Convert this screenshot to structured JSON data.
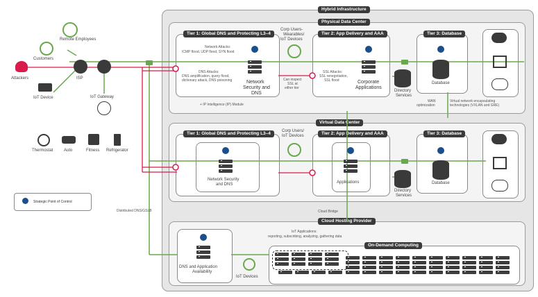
{
  "title": "Hybrid Infrastructure",
  "colors": {
    "green": "#6aa84f",
    "red": "#d81b4a",
    "blue": "#1a4f8b",
    "dark": "#3a3a3a",
    "panel": "#e6e6e6"
  },
  "external": {
    "remote_employees": "Remote Employees",
    "customers": "Customers",
    "attackers": "Attackers",
    "isp": "ISP",
    "iot_device": "IoT Device",
    "iot_gateway": "IoT Gateway",
    "devices": [
      "Thermostat",
      "Auto",
      "Fitness",
      "Refrigerator"
    ],
    "legend": "Strategic Point of Control",
    "distributed": "Distributed DNS/GSLB"
  },
  "physical": {
    "label": "Physical Data Center",
    "tier1": "Tier 1: Global DNS and Protecting L3–4",
    "network_attacks_title": "Network Attacks:",
    "network_attacks": "ICMP flood, UDP flood, SYN flood",
    "dns_attacks_title": "DNS Attacks:",
    "dns_attacks_1": "DNS amplification, query flood,",
    "dns_attacks_2": "dictionary attack, DNS poisoning",
    "nsd_1": "Network",
    "nsd_2": "Security and",
    "nsd_3": "DNS",
    "ip_module": "+ IP Intelligence (IP) Module",
    "corp_users_1": "Corp Users-",
    "corp_users_2": "Wearables/",
    "corp_users_3": "IoT Devices",
    "inspect_1": "Can inspect",
    "inspect_2": "SSL at",
    "inspect_3": "either tier",
    "tier2": "Tier 2: App Delivery and AAA",
    "ssl_title": "SSL Attacks:",
    "ssl_1": "SSL renegotiation,",
    "ssl_2": "SSL flood",
    "corp_apps_1": "Corporate",
    "corp_apps_2": "Applications",
    "dir_1": "Directory",
    "dir_2": "Services",
    "tier3": "Tier 3: Database",
    "database": "Database",
    "wan_1": "WAN",
    "wan_2": "optimization",
    "vnet_1": "Virtual network encapsulating",
    "vnet_2": "technologies (VXLAN and GRE)"
  },
  "virtual": {
    "label": "Virtual Data Center",
    "tier1": "Tier 1: Global DNS and Protecting L3–4",
    "nsd_1": "Network Security",
    "nsd_2": "and DNS",
    "corp_users_1": "Corp Users/",
    "corp_users_2": "IoT Devices",
    "tier2": "Tier 2: App Delivery and AAA",
    "applications": "Applications",
    "dir_1": "Directory",
    "dir_2": "Services",
    "tier3": "Tier 3: Database",
    "database": "Database"
  },
  "cloud": {
    "bridge": "Cloud Bridge",
    "label": "Cloud Hosting Provider",
    "dns_app_1": "DNS and Application",
    "dns_app_2": "Availability",
    "iot_devices": "IoT Devices",
    "iot_apps_title": "IoT Applications:",
    "iot_apps": "reporting, subscribing, analyzing, gathering data",
    "on_demand": "On-Demand Computing"
  }
}
